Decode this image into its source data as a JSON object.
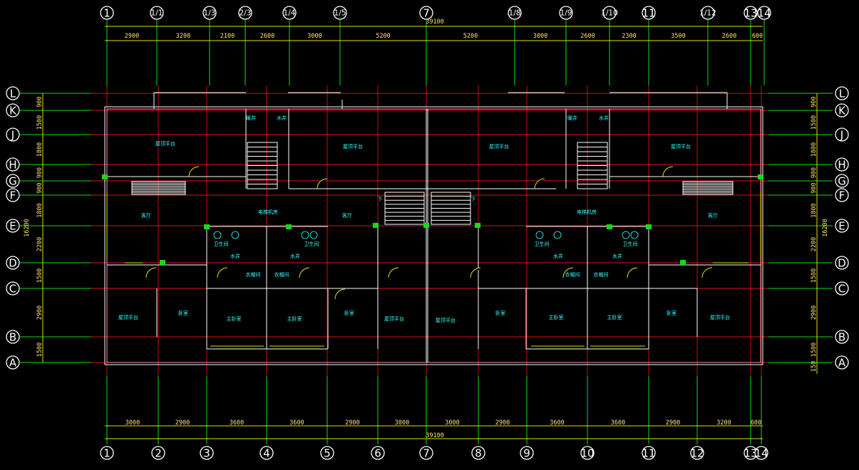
{
  "drawing": {
    "top_axes": [
      "1",
      "1/1",
      "1/3",
      "2/3",
      "1/4",
      "1/5",
      "7",
      "1/8",
      "1/9",
      "1/10",
      "11",
      "1/12",
      "13",
      "14"
    ],
    "bottom_axes": [
      "1",
      "2",
      "3",
      "4",
      "5",
      "6",
      "7",
      "8",
      "9",
      "10",
      "11",
      "12",
      "13",
      "14"
    ],
    "left_axes": [
      "L",
      "K",
      "J",
      "H",
      "G",
      "F",
      "E",
      "D",
      "C",
      "B",
      "A"
    ],
    "right_axes": [
      "L",
      "K",
      "J",
      "H",
      "G",
      "F",
      "E",
      "D",
      "C",
      "B",
      "A"
    ],
    "top_total": "39100",
    "bottom_total": "39100",
    "top_dims": [
      "2900",
      "3200",
      "2100",
      "2600",
      "3000",
      "5200",
      "5200",
      "3000",
      "2600",
      "2300",
      "3500",
      "2600",
      "600"
    ],
    "bottom_dims": [
      "3000",
      "2900",
      "3600",
      "3600",
      "2900",
      "3000",
      "3000",
      "2900",
      "3600",
      "3600",
      "2900",
      "3200",
      "600"
    ],
    "left_dims": [
      "900",
      "1500",
      "1800",
      "900",
      "900",
      "1800",
      "2200",
      "1500",
      "2900",
      "1500"
    ],
    "left_total": "16200",
    "right_dims": [
      "900",
      "1500",
      "1800",
      "900",
      "900",
      "1800",
      "2200",
      "1500",
      "2900",
      "1500",
      "150"
    ],
    "right_total": "16200",
    "rooms": {
      "roof_terrace": "屋顶平台",
      "living": "客厅",
      "elevator": "电梯机房",
      "bath": "卫生间",
      "closet": "衣帽间",
      "master_bed": "主卧室",
      "bedroom": "卧室",
      "shaft_a": "暖井",
      "shaft_b": "水井",
      "down": "下"
    }
  },
  "colors": {
    "axis_bubble": "#ffffff",
    "grid_line": "#12dd12",
    "axis_line": "#e01010",
    "dimension_text": "#ffe070",
    "room_label": "#33ffff",
    "wall": "#ffffff"
  }
}
